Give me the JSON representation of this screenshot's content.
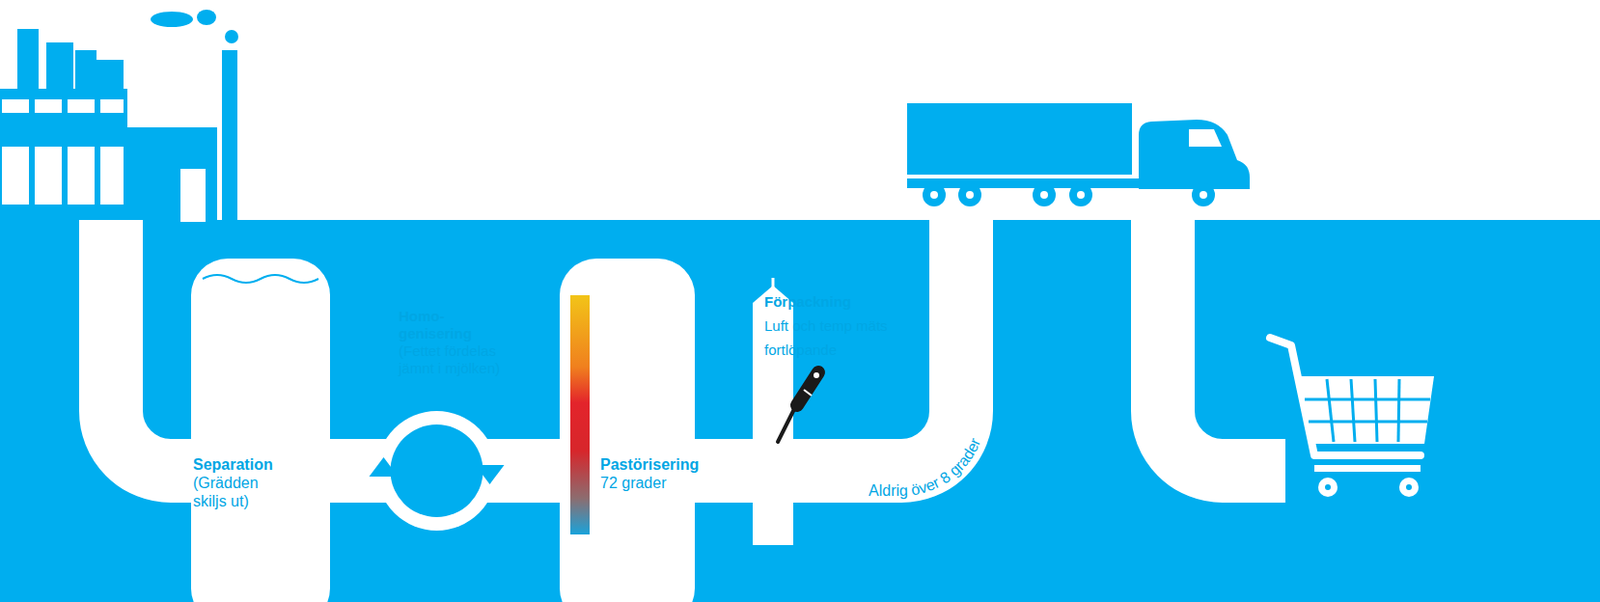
{
  "diagram": {
    "nodes": [
      {
        "text": [
          "Separation",
          "(Grädden skiljs ut)"
        ]
      },
      {
        "text": [
          "Homo- genisering",
          "(Fettet fördelas jämnt i mjölken)"
        ]
      },
      {
        "text": [
          "Pastörisering",
          "72 grader"
        ]
      },
      {
        "text": [
          "Förpackning",
          "Luft och temp mäts fortlöpande"
        ]
      }
    ],
    "edges": [
      {
        "from": 0,
        "to": 1,
        "arrow": "none"
      },
      {
        "from": 1,
        "to": 2,
        "arrow": "none"
      },
      {
        "from": 2,
        "to": 3,
        "arrow": "none"
      }
    ],
    "labels": [
      "Aldrig över 8 grader"
    ]
  }
}
